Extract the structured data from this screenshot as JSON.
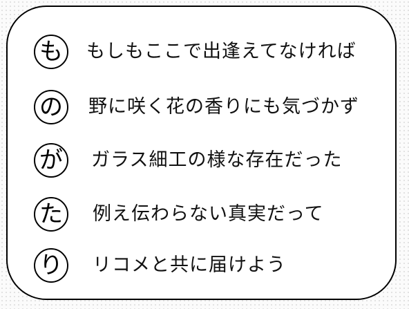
{
  "lines": [
    {
      "kana": "も",
      "phrase": "もしもここで出逢えてなければ"
    },
    {
      "kana": "の",
      "phrase": "野に咲く花の香りにも気づかず"
    },
    {
      "kana": "が",
      "phrase": "ガラス細工の様な存在だった"
    },
    {
      "kana": "た",
      "phrase": "例え伝わらない真実だって"
    },
    {
      "kana": "り",
      "phrase": "リコメと共に届けよう"
    }
  ]
}
